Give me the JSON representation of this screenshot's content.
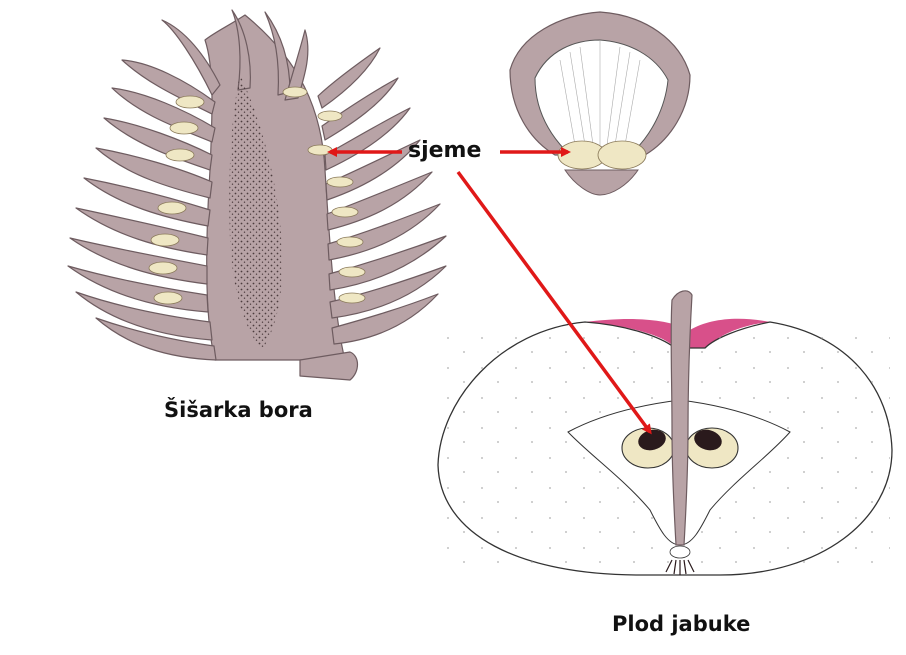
{
  "labels": {
    "seed": "sjeme",
    "pine_cone": "Šišarka bora",
    "apple_fruit": "Plod jabuke"
  },
  "colors": {
    "cone_fill": "#b8a3a6",
    "cone_stroke": "#6e5c60",
    "seed_fill": "#efe7c4",
    "arrow": "#e01818",
    "apple_skin": "#d8508a",
    "apple_outline": "#333333",
    "seed_dark": "#2a1a1c"
  }
}
